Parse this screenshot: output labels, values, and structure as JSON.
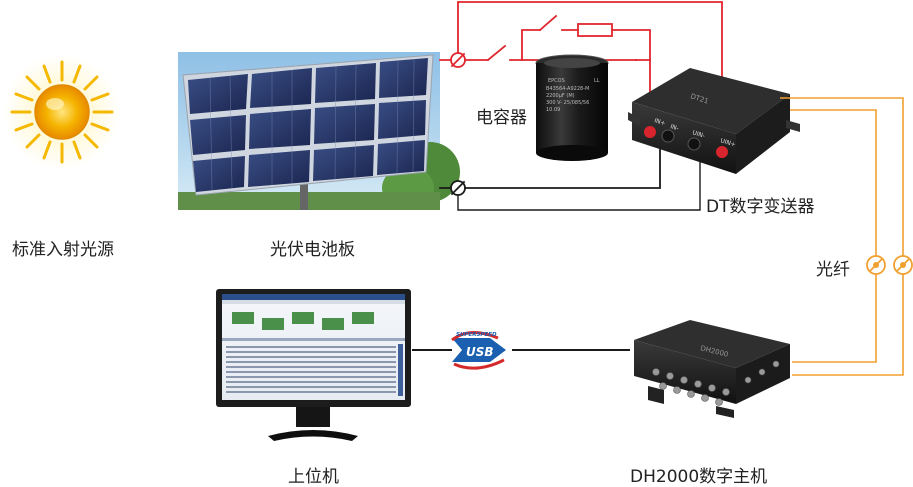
{
  "labels": {
    "sun": "标准入射光源",
    "panel": "光伏电池板",
    "capacitor": "电容器",
    "transmitter": "DT数字变送器",
    "fiber": "光纤",
    "host_pc": "上位机",
    "main_unit": "DH2000数字主机"
  },
  "device_text": {
    "capacitor_brand": "EPCOS",
    "capacitor_ll": "LL",
    "capacitor_model": "B43564-A9228-M",
    "capacitor_cap": "2200μF (M)",
    "capacitor_volt": "300 V- 25/085/56",
    "capacitor_date": "10.09",
    "transmitter_port_in_plus": "IN+",
    "transmitter_port_in_minus": "IN-",
    "transmitter_port_uin_minus": "UIN-",
    "transmitter_port_uin_plus": "UIN+",
    "usb_superspeed": "SUPERSPEED",
    "usb_text": "USB"
  },
  "colors": {
    "wire_red": "#e0262d",
    "wire_black": "#1a1a1a",
    "fiber_orange": "#f0a030",
    "sun_core": "#f5a300",
    "usb_blue": "#1a5fb0",
    "usb_red": "#d42a2a"
  }
}
